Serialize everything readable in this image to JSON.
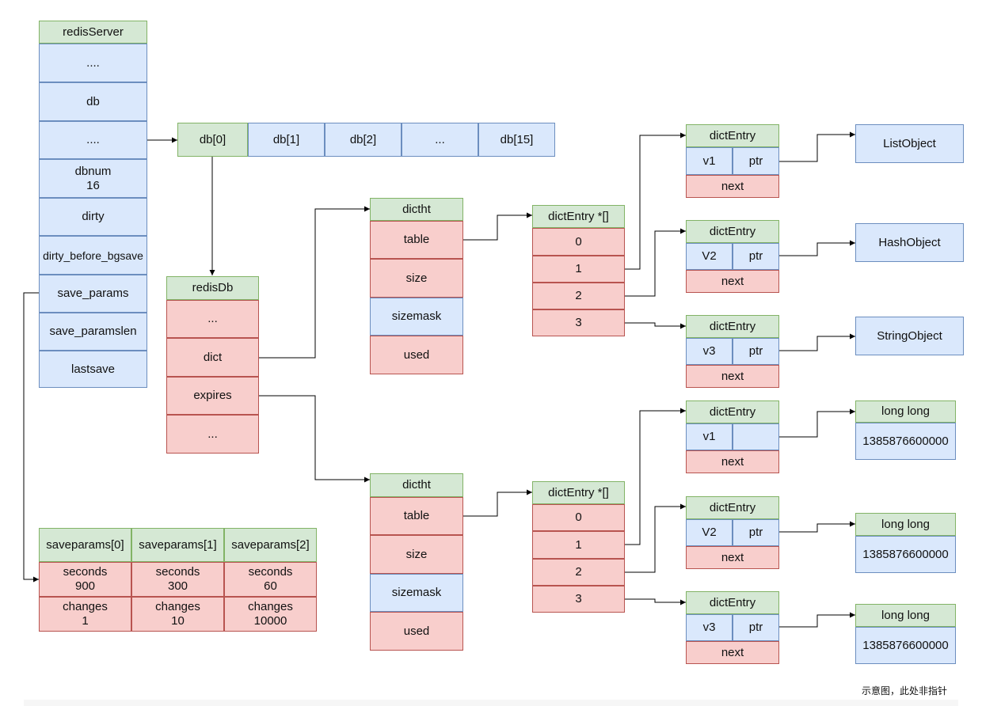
{
  "redis_server": {
    "title": "redisServer",
    "fields": [
      "....",
      "db",
      "....",
      "dbnum\n16",
      "dirty",
      "dirty_before_bgsave",
      "save_params",
      "save_paramslen",
      "lastsave"
    ]
  },
  "db_array": [
    "db[0]",
    "db[1]",
    "db[2]",
    "...",
    "db[15]"
  ],
  "redis_db": {
    "title": "redisDb",
    "fields": [
      "...",
      "dict",
      "expires",
      "..."
    ]
  },
  "dictht_main": {
    "title": "dictht",
    "fields": [
      "table",
      "size",
      "sizemask",
      "used"
    ]
  },
  "dictht_expires": {
    "title": "dictht",
    "fields": [
      "table",
      "size",
      "sizemask",
      "used"
    ]
  },
  "table_main": {
    "title": "dictEntry *[]",
    "slots": [
      "0",
      "1",
      "2",
      "3"
    ]
  },
  "table_expires": {
    "title": "dictEntry *[]",
    "slots": [
      "0",
      "1",
      "2",
      "3"
    ]
  },
  "entries_main": [
    {
      "title": "dictEntry",
      "key": "v1",
      "value": "ptr",
      "next": "next"
    },
    {
      "title": "dictEntry",
      "key": "V2",
      "value": "ptr",
      "next": "next"
    },
    {
      "title": "dictEntry",
      "key": "v3",
      "value": "ptr",
      "next": "next"
    }
  ],
  "entries_expires": [
    {
      "title": "dictEntry",
      "key": "v1",
      "value": "",
      "next": "next"
    },
    {
      "title": "dictEntry",
      "key": "V2",
      "value": "ptr",
      "next": "next"
    },
    {
      "title": "dictEntry",
      "key": "v3",
      "value": "ptr",
      "next": "next"
    }
  ],
  "objects": [
    "ListObject",
    "HashObject",
    "StringObject"
  ],
  "long_longs": [
    {
      "title": "long long",
      "value": "1385876600000"
    },
    {
      "title": "long long",
      "value": "1385876600000"
    },
    {
      "title": "long long",
      "value": "1385876600000"
    }
  ],
  "save_params": [
    {
      "title": "saveparams[0]",
      "seconds": "seconds\n900",
      "changes": "changes\n1"
    },
    {
      "title": "saveparams[1]",
      "seconds": "seconds\n300",
      "changes": "changes\n10"
    },
    {
      "title": "saveparams[2]",
      "seconds": "seconds\n60",
      "changes": "changes\n10000"
    }
  ],
  "caption": "示意图，此处非指针",
  "colors": {
    "header_green": "#d5e8d4",
    "field_blue": "#dae8fc",
    "field_red": "#f8cecc",
    "line": "#000000"
  }
}
